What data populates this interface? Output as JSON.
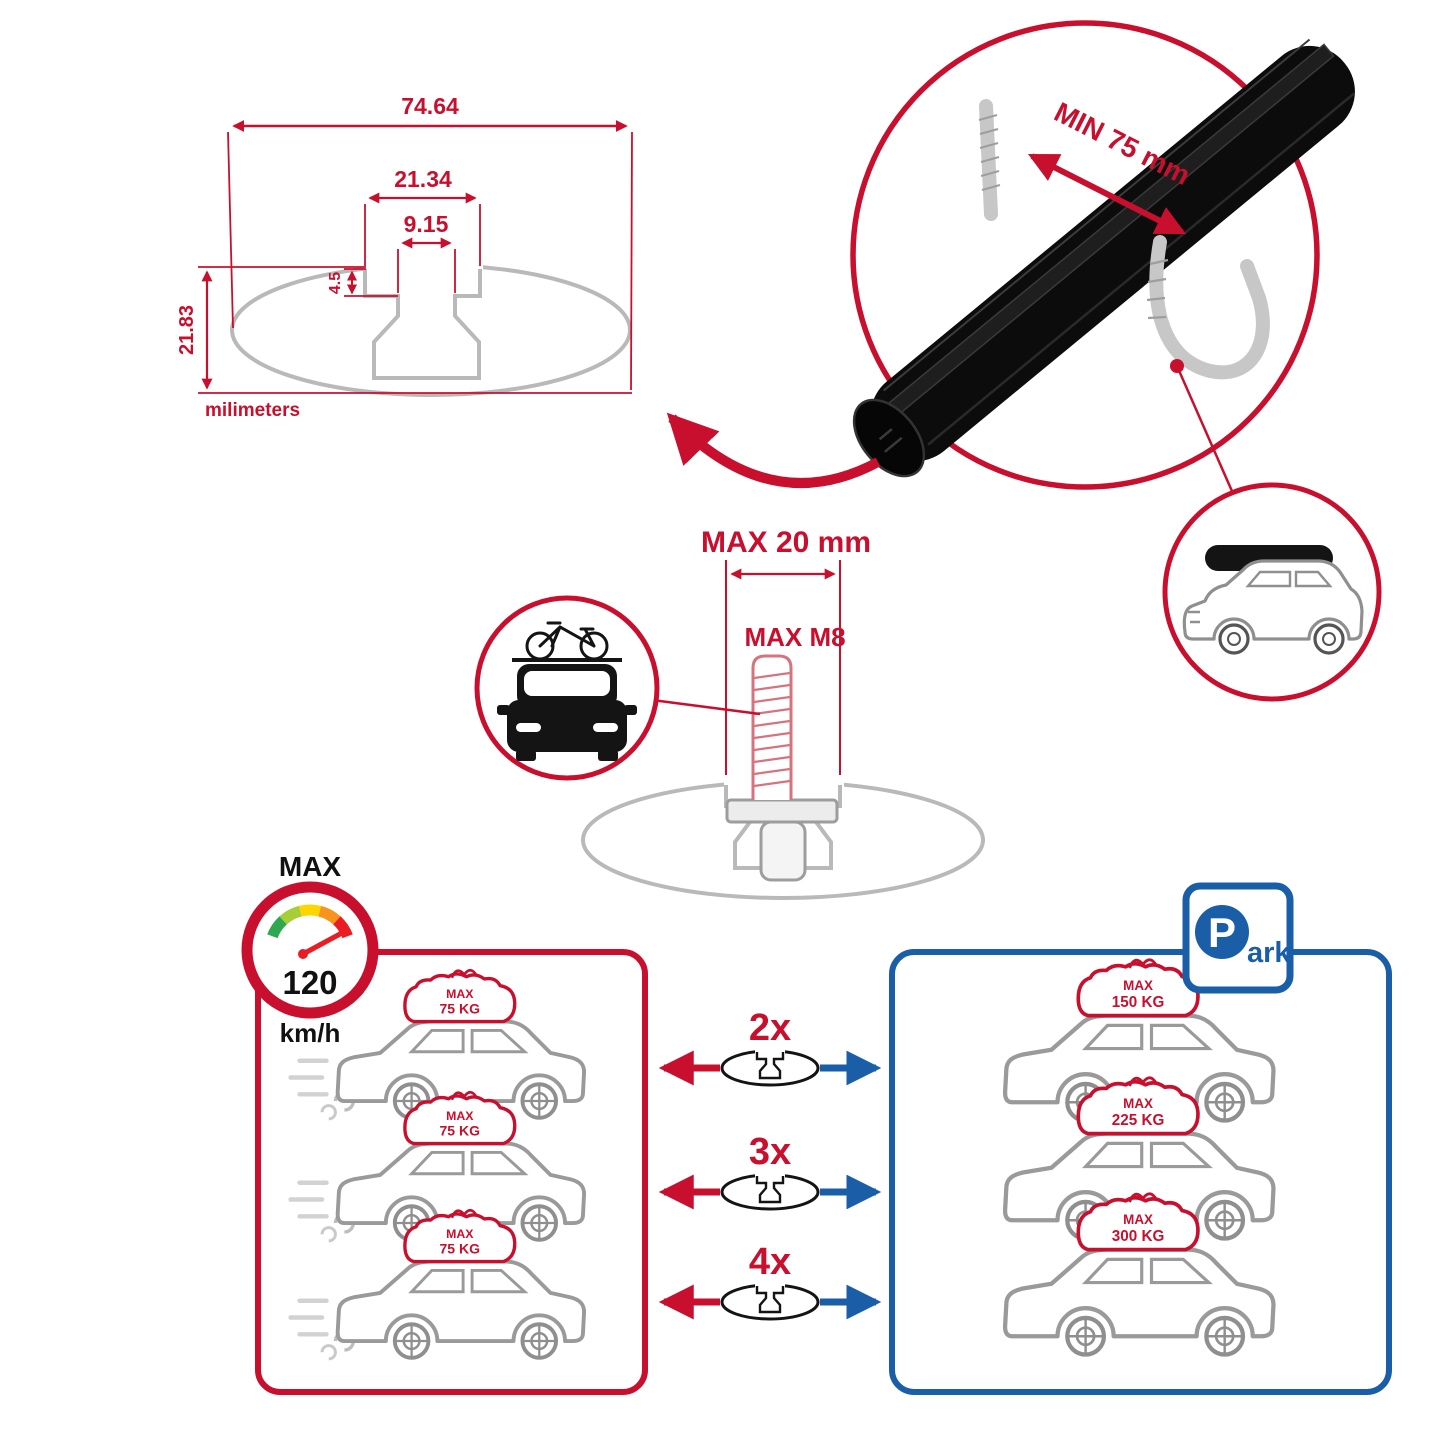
{
  "colors": {
    "accent_red": "#C8102E",
    "accent_blue": "#1B5EA8",
    "diagram_gray": "#b9b9b9",
    "bar_black": "#0c0c0c"
  },
  "dimension_diagram": {
    "total_width": "74.64",
    "slot_outer_width": "21.34",
    "slot_inner_width": "9.15",
    "slot_depth": "4.5",
    "total_height": "21.83",
    "units_label": "milimeters"
  },
  "bar_detail": {
    "min_clamp_label": "MIN 75 mm"
  },
  "bolt_spec": {
    "max_length_label": "MAX 20 mm",
    "max_thread_label": "MAX M8"
  },
  "speed_limit": {
    "label": "MAX",
    "value": "120",
    "units": "km/h"
  },
  "comparison": {
    "multipliers": [
      "2x",
      "3x",
      "4x"
    ],
    "left_cars": [
      {
        "line1": "MAX",
        "line2": "75 KG"
      },
      {
        "line1": "MAX",
        "line2": "75 KG"
      },
      {
        "line1": "MAX",
        "line2": "75 KG"
      }
    ],
    "right_cars": [
      {
        "line1": "MAX",
        "line2": "150 KG"
      },
      {
        "line1": "MAX",
        "line2": "225 KG"
      },
      {
        "line1": "MAX",
        "line2": "300 KG"
      }
    ],
    "park_sign": {
      "p_label": "P",
      "ark_label": "ark"
    }
  }
}
